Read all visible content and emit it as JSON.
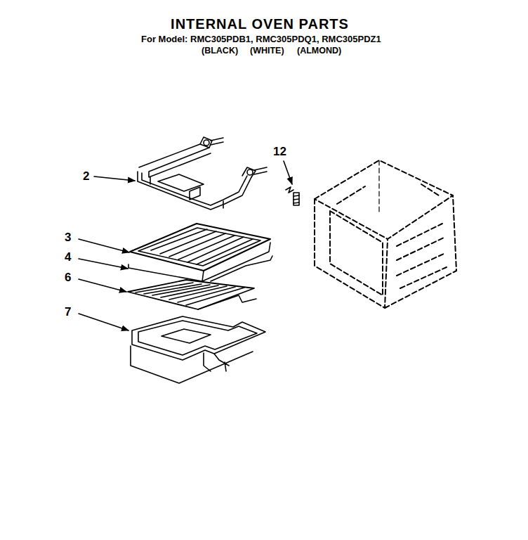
{
  "diagram": {
    "title": "INTERNAL OVEN PARTS",
    "labels": [
      "For Model: RMC305PDB1, RMC305PDQ1, RMC305PDZ1",
      "(BLACK)",
      "(WHITE)",
      "(ALMOND)",
      "2",
      "3",
      "4",
      "6",
      "7",
      "12"
    ]
  }
}
